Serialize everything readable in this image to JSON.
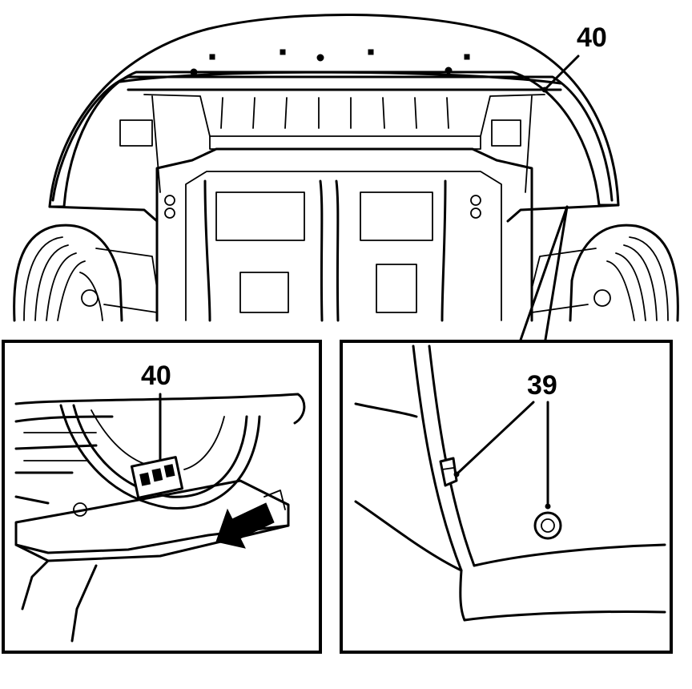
{
  "callouts": {
    "main_bumper": "40",
    "detail_left_bumper": "40",
    "detail_right_fasteners": "39"
  },
  "colors": {
    "ink": "#000000",
    "paper": "#ffffff"
  }
}
